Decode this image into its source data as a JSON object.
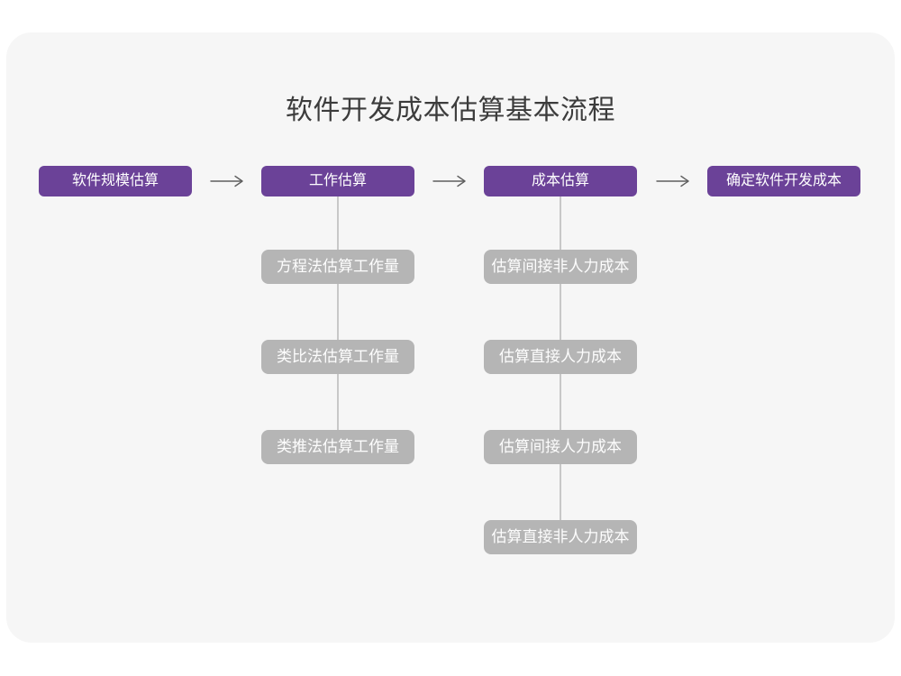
{
  "title": "软件开发成本估算基本流程",
  "colors": {
    "page_bg": "#FFFFFF",
    "card_bg": "#F6F6F6",
    "primary_node_bg": "#6B4298",
    "secondary_node_bg": "#B5B5B5",
    "node_text": "#FFFFFF",
    "title_text": "#3C3C3C",
    "arrow": "#5F5F5F",
    "connector_line": "#C8C8C8"
  },
  "main_flow": [
    {
      "label": "软件规模估算"
    },
    {
      "label": "工作估算"
    },
    {
      "label": "成本估算"
    },
    {
      "label": "确定软件开发成本"
    }
  ],
  "work_estimation_methods": [
    "方程法估算工作量",
    "类比法估算工作量",
    "类推法估算工作量"
  ],
  "cost_estimation_steps": [
    "估算间接非人力成本",
    "估算直接人力成本",
    "估算间接人力成本",
    "估算直接非人力成本"
  ]
}
